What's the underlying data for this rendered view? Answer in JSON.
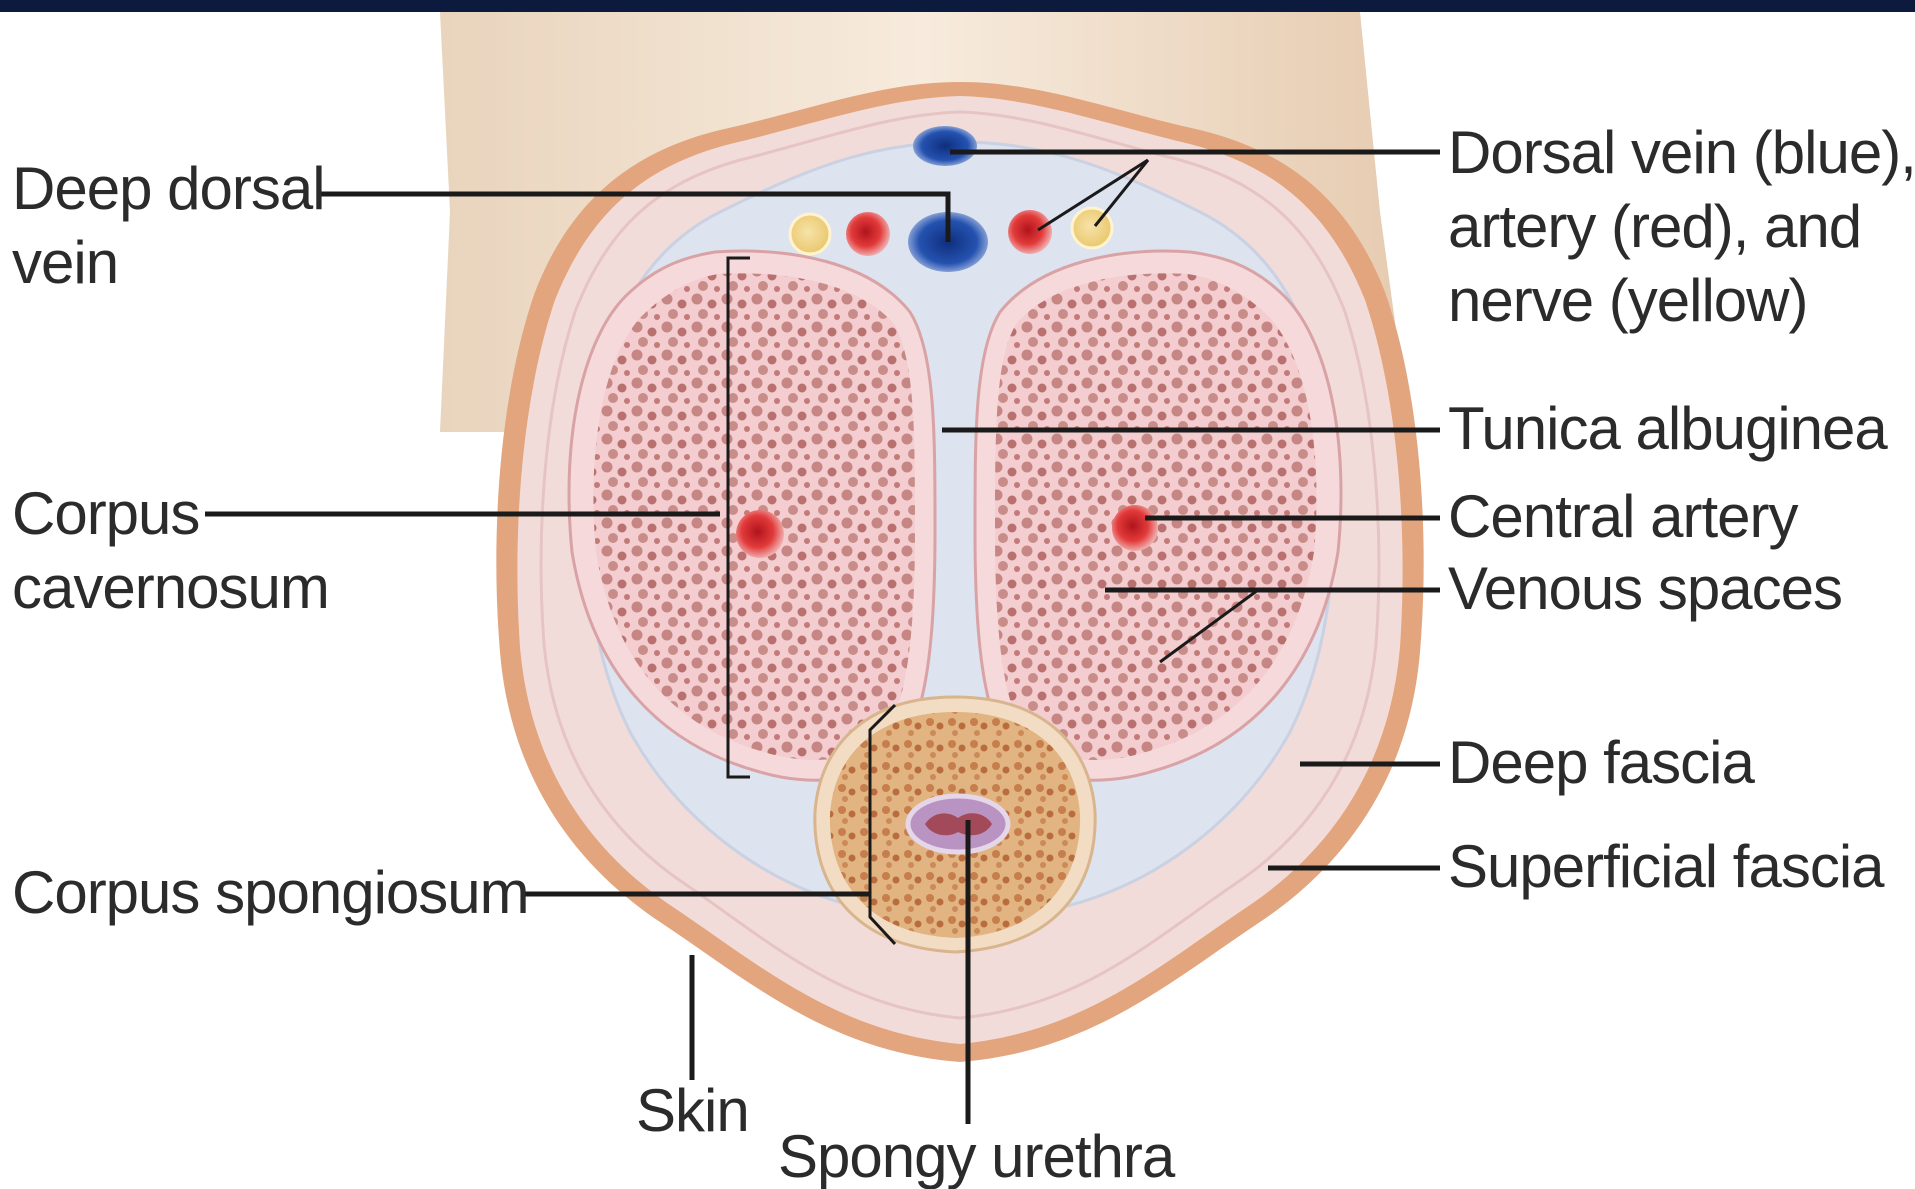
{
  "labels": {
    "deep_dorsal_vein": [
      "Deep dorsal",
      "vein"
    ],
    "dorsal_vein_artery_nerve": [
      "Dorsal vein (blue),",
      "artery (red), and",
      "nerve (yellow)"
    ],
    "tunica_albuginea": "Tunica albuginea",
    "corpus_cavernosum": [
      "Corpus",
      "cavernosum"
    ],
    "central_artery": "Central artery",
    "venous_spaces": "Venous spaces",
    "deep_fascia": "Deep fascia",
    "superficial_fascia": "Superficial fascia",
    "corpus_spongiosum": "Corpus spongiosum",
    "skin": "Skin",
    "spongy_urethra": "Spongy urethra"
  },
  "colors": {
    "header_bar": "#0c1a3e",
    "skin": "#e3a57e",
    "fascia": "#f2dcd9",
    "tunica": "#dde3ef",
    "cavernosum_fill": "#f3cdd0",
    "venous_dots": "#c68683",
    "spongiosum_fill": "#dca56e",
    "vein_blue": "#1e3f98",
    "artery_red": "#d02a30",
    "nerve_yellow": "#f3d98a"
  }
}
